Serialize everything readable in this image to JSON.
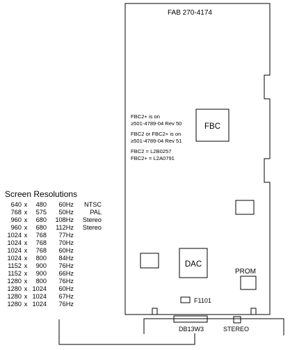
{
  "board": {
    "fab_label": "FAB 270-4174",
    "fbc_label": "FBC",
    "dac_label": "DAC",
    "prom_label": "PROM",
    "fuse_label": "F1101",
    "connector_label": "DB13W3",
    "stereo_label": "STEREO"
  },
  "notes": [
    "FBC2+ is on",
    "≥501-4789-04 Rev 50",
    "FBC2 or FBC2+ is on",
    "≥501-4789-04 Rev 51",
    "FBC2 = L2B0257",
    "FBC2+ = L2A0791"
  ],
  "resolutions": {
    "title": "Screen Resolutions",
    "rows": [
      {
        "w": "640",
        "x": "x",
        "h": "480",
        "rate": "60Hz",
        "mode": "NTSC"
      },
      {
        "w": "768",
        "x": "x",
        "h": "575",
        "rate": "50Hz",
        "mode": "PAL"
      },
      {
        "w": "960",
        "x": "x",
        "h": "680",
        "rate": "108Hz",
        "mode": "Stereo"
      },
      {
        "w": "960",
        "x": "x",
        "h": "680",
        "rate": "112Hz",
        "mode": "Stereo"
      },
      {
        "w": "1024",
        "x": "x",
        "h": "768",
        "rate": "77Hz",
        "mode": ""
      },
      {
        "w": "1024",
        "x": "x",
        "h": "768",
        "rate": "70Hz",
        "mode": ""
      },
      {
        "w": "1024",
        "x": "x",
        "h": "768",
        "rate": "60Hz",
        "mode": ""
      },
      {
        "w": "1024",
        "x": "x",
        "h": "800",
        "rate": "84Hz",
        "mode": ""
      },
      {
        "w": "1152",
        "x": "x",
        "h": "900",
        "rate": "76Hz",
        "mode": ""
      },
      {
        "w": "1152",
        "x": "x",
        "h": "900",
        "rate": "66Hz",
        "mode": ""
      },
      {
        "w": "1280",
        "x": "x",
        "h": "800",
        "rate": "76Hz",
        "mode": ""
      },
      {
        "w": "1280",
        "x": "x",
        "h": "1024",
        "rate": "60Hz",
        "mode": ""
      },
      {
        "w": "1280",
        "x": "x",
        "h": "1024",
        "rate": "67Hz",
        "mode": ""
      },
      {
        "w": "1280",
        "x": "x",
        "h": "1024",
        "rate": "76Hz",
        "mode": ""
      }
    ]
  }
}
